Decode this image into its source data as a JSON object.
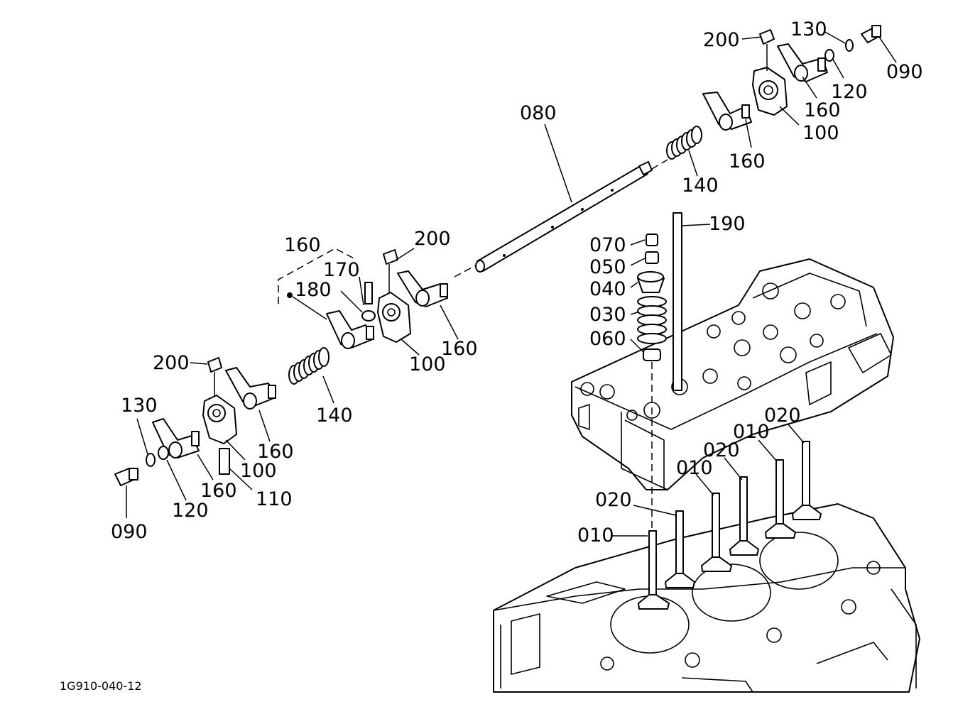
{
  "drawing_code": "1G910-040-12",
  "parts": {
    "p010": "010",
    "p020": "020",
    "p030": "030",
    "p040": "040",
    "p050": "050",
    "p060": "060",
    "p070": "070",
    "p080": "080",
    "p090": "090",
    "p100": "100",
    "p110": "110",
    "p120": "120",
    "p130": "130",
    "p140": "140",
    "p160": "160",
    "p170": "170",
    "p180": "180",
    "p190": "190",
    "p200": "200"
  }
}
